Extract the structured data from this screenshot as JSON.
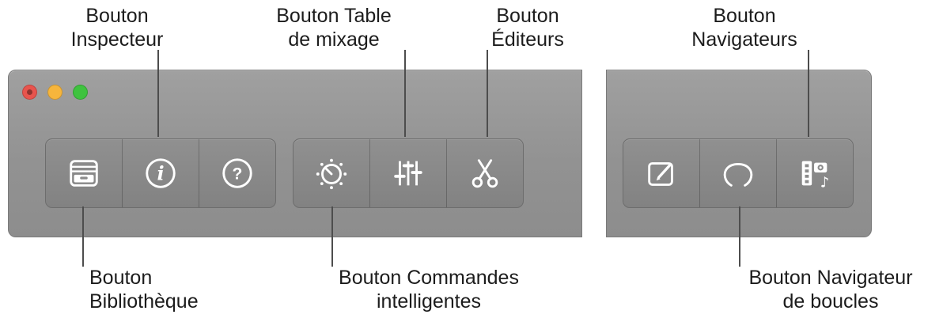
{
  "callouts": {
    "top": [
      {
        "id": "inspector",
        "line1": "Bouton",
        "line2": "Inspecteur"
      },
      {
        "id": "mixer",
        "line1": "Bouton Table",
        "line2": "de mixage"
      },
      {
        "id": "editors",
        "line1": "Bouton",
        "line2": "Éditeurs"
      },
      {
        "id": "browsers",
        "line1": "Bouton",
        "line2": "Navigateurs"
      }
    ],
    "bottom": [
      {
        "id": "library",
        "line1": "Bouton",
        "line2": "Bibliothèque"
      },
      {
        "id": "smart_controls",
        "line1": "Bouton Commandes",
        "line2": "intelligentes"
      },
      {
        "id": "loop_browser",
        "line1": "Bouton Navigateur",
        "line2": "de boucles"
      }
    ]
  },
  "toolbar": {
    "window_controls": [
      {
        "name": "close",
        "color": "#e8544d"
      },
      {
        "name": "minimize",
        "color": "#f6b53c"
      },
      {
        "name": "zoom",
        "color": "#3fc33f"
      }
    ],
    "groups": [
      {
        "name": "left-group",
        "buttons": [
          {
            "icon": "library-icon"
          },
          {
            "icon": "info-icon",
            "glyph": "i"
          },
          {
            "icon": "help-icon",
            "glyph": "?"
          }
        ]
      },
      {
        "name": "middle-group",
        "buttons": [
          {
            "icon": "smart-controls-knob-icon"
          },
          {
            "icon": "mixer-faders-icon"
          },
          {
            "icon": "scissors-icon"
          }
        ]
      },
      {
        "name": "right-group",
        "buttons": [
          {
            "icon": "note-pad-icon"
          },
          {
            "icon": "loop-browser-icon"
          },
          {
            "icon": "media-browser-icon",
            "glyph": "♪"
          }
        ]
      }
    ]
  },
  "colors": {
    "panel_gray": "#929292",
    "icon_white": "#ffffff",
    "callout_line": "#4d4d4d"
  }
}
